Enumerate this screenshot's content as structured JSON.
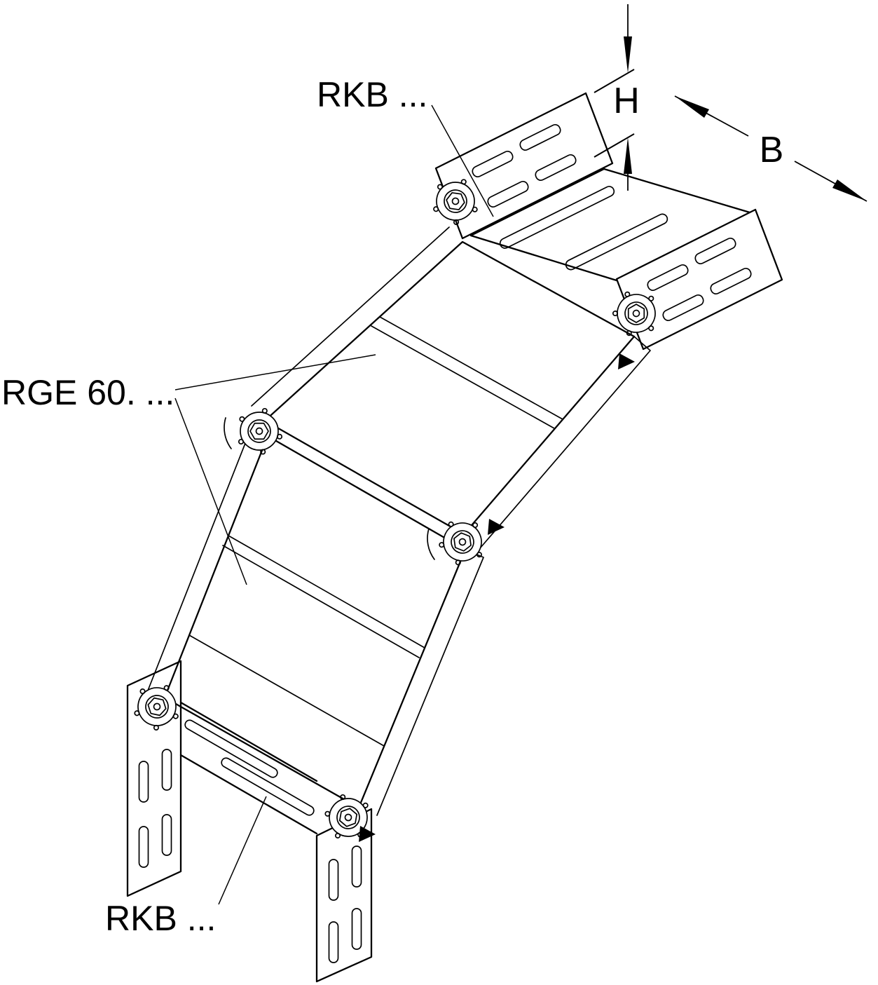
{
  "drawing": {
    "background": "#ffffff",
    "line_color": "#000000",
    "labels": {
      "rkb_top": "RKB ...",
      "rge": "RGE 60. ...",
      "rkb_bottom": "RKB ...",
      "dim_height": "H",
      "dim_width": "B"
    }
  }
}
